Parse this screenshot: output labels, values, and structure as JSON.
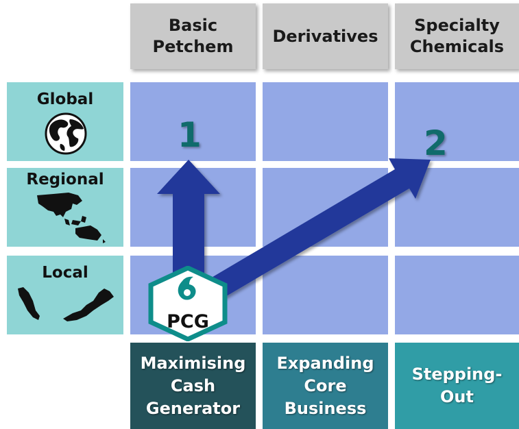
{
  "columns": [
    {
      "label": "Basic\nPetchem"
    },
    {
      "label": "Derivatives"
    },
    {
      "label": "Specialty\nChemicals"
    }
  ],
  "rows": [
    {
      "label": "Global",
      "icon": "globe-icon"
    },
    {
      "label": "Regional",
      "icon": "asia-pacific-map-icon"
    },
    {
      "label": "Local",
      "icon": "malaysia-map-icon"
    }
  ],
  "strategies": [
    {
      "label": "Maximising\nCash\nGenerator",
      "color": "#24525a"
    },
    {
      "label": "Expanding\nCore\nBusiness",
      "color": "#2e7e90"
    },
    {
      "label": "Stepping-\nOut",
      "color": "#309da6"
    }
  ],
  "markers": {
    "one": "1",
    "two": "2"
  },
  "logo": {
    "text": "PCG",
    "color": "#0e8d8a"
  },
  "colors": {
    "grid": "#93a8e6",
    "arrow": "#22389a",
    "row_header": "#8fd5d5",
    "col_header": "#c9c9c9",
    "number": "#106b6b"
  }
}
